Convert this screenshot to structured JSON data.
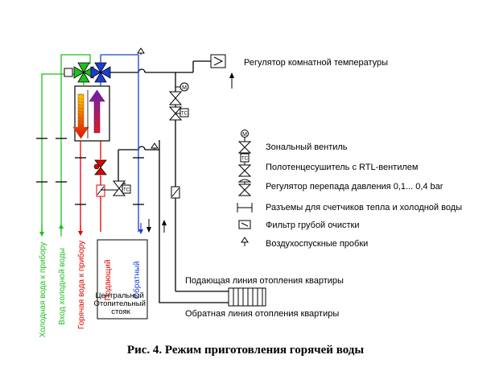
{
  "diagram": {
    "thermostat_label": "Регулятор комнатной температуры",
    "legend": [
      {
        "symbol": "zone-valve",
        "label": "Зональный вентиль"
      },
      {
        "symbol": "rtl-valve",
        "label": "Полотенцесушитель с RTL-вентилем"
      },
      {
        "symbol": "pressure-regulator",
        "label": "Регулятор перепада давления 0,1... 0,4 bar"
      },
      {
        "symbol": "meter-connector",
        "label": "Разъемы для счетчиков тепла и холодной воды"
      },
      {
        "symbol": "coarse-filter",
        "label": "Фильтр грубой очистки"
      },
      {
        "symbol": "air-vent",
        "label": "Воздухоспускные пробки"
      }
    ],
    "supply_line_label": "Подающая линия отопления квартиры",
    "return_line_label": "Обратная линия отопления квартиры",
    "riser_supply_label": "Подающий",
    "riser_return_label": "Обратный",
    "riser_label_lines": [
      "Центральный",
      "Отопительный",
      "стояк"
    ],
    "pipe_labels": {
      "cold_to_device": "Холодная вода к прибору",
      "cold_inlet": "Вход холодной воды",
      "hot_to_device": "Горячая вода к прибору"
    },
    "symbol_marks": {
      "motor": "M",
      "tc": "TC"
    },
    "caption": "Рис. 4. Режим приготовления горячей воды",
    "colors": {
      "cold": "#1fbf1f",
      "hot": "#e00000",
      "return": "#1a3fd0",
      "pipe": "#000000"
    }
  }
}
